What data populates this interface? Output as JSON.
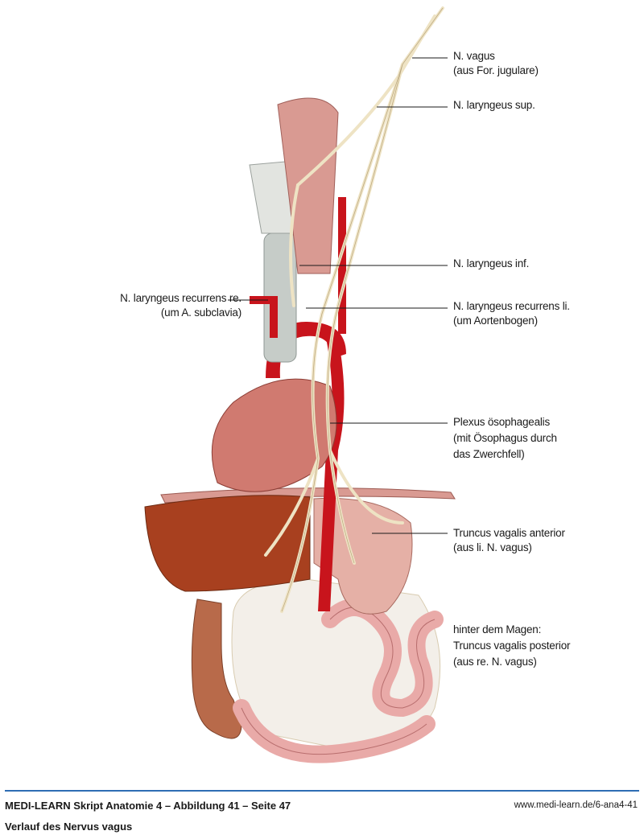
{
  "figure": {
    "labels": {
      "vagus": [
        "N. vagus",
        "(aus For. jugulare)"
      ],
      "laryngeus_sup": [
        "N. laryngeus sup."
      ],
      "laryngeus_inf": [
        "N. laryngeus inf."
      ],
      "recurrens_li": [
        "N. laryngeus recurrens li.",
        "(um Aortenbogen)"
      ],
      "recurrens_re": [
        "N. laryngeus recurrens re.",
        "(um A. subclavia)"
      ],
      "plexus": [
        "Plexus ösophagealis",
        "(mit Ösophagus durch",
        "das Zwerchfell)"
      ],
      "truncus_anterior": [
        "Truncus vagalis anterior",
        "(aus li. N. vagus)"
      ],
      "truncus_posterior": [
        "hinter dem Magen:",
        "Truncus vagalis posterior",
        "(aus re. N. vagus)"
      ]
    },
    "colors": {
      "nerve": "#eee3c4",
      "artery": "#c8141c",
      "muscle": "#d99a92",
      "liver": "#a8401f",
      "intestine": "#e9aaa8",
      "accent": "#2e6db4"
    }
  },
  "footer": {
    "source": "MEDI-LEARN Skript Anatomie 4 – Abbildung 41 – Seite 47",
    "url": "www.medi-learn.de/6-ana4-41",
    "caption": "Verlauf des Nervus vagus"
  }
}
